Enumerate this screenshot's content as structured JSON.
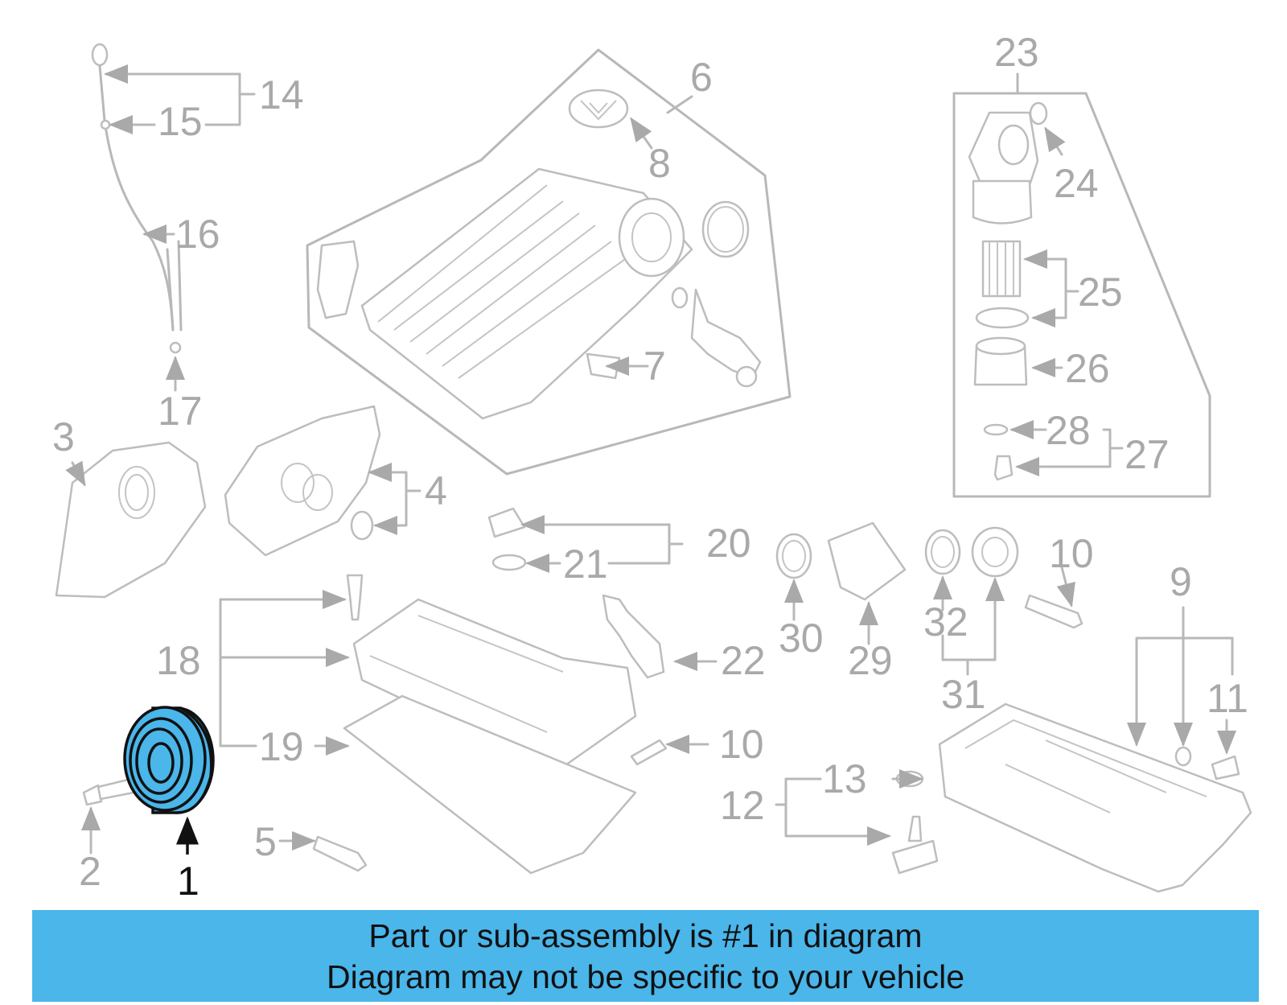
{
  "banner": {
    "line1": "Part or sub-assembly is #1 in diagram",
    "line2": "Diagram may not be specific to your vehicle"
  },
  "highlighted_part": "1",
  "colors": {
    "highlight": "#4ab6ea",
    "lines": "#b8b8b8",
    "callout_text": "#a9a9a9"
  },
  "callouts": {
    "c1": "1",
    "c2": "2",
    "c3": "3",
    "c4": "4",
    "c5": "5",
    "c6": "6",
    "c7": "7",
    "c8": "8",
    "c9": "9",
    "c10a": "10",
    "c10b": "10",
    "c11": "11",
    "c12": "12",
    "c13": "13",
    "c14": "14",
    "c15": "15",
    "c16": "16",
    "c17": "17",
    "c18": "18",
    "c19": "19",
    "c20": "20",
    "c21": "21",
    "c22": "22",
    "c23": "23",
    "c24": "24",
    "c25": "25",
    "c26": "26",
    "c27": "27",
    "c28": "28",
    "c29": "29",
    "c30": "30",
    "c31": "31",
    "c32": "32"
  }
}
